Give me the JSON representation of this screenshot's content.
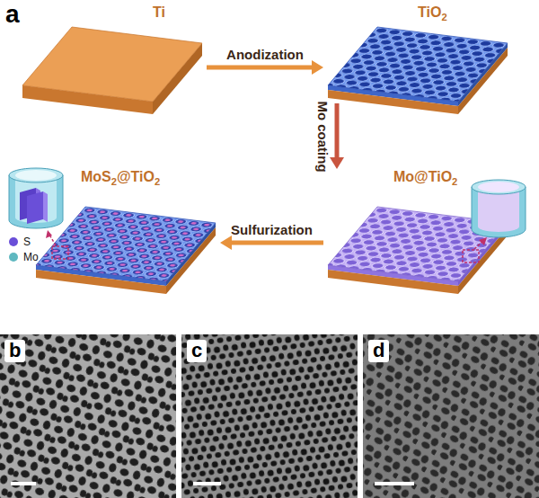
{
  "diagram": {
    "nodes": [
      {
        "text": [
          "Ti"
        ]
      },
      {
        "text": [
          "TiO2"
        ]
      },
      {
        "text": [
          "MoS2@TiO2"
        ]
      },
      {
        "text": [
          "Mo@TiO2"
        ]
      }
    ],
    "edges": [
      {
        "from": 0,
        "to": 1,
        "label": "Anodization",
        "arrow": "to"
      },
      {
        "from": 1,
        "to": 3,
        "label": "Mo coating",
        "arrow": "to"
      },
      {
        "from": 3,
        "to": 2,
        "label": "Sulfurization",
        "arrow": "to"
      }
    ],
    "labels": [
      "a",
      "b",
      "c",
      "d"
    ],
    "legend": [
      {
        "text": "S",
        "color": "#6a4fd8"
      },
      {
        "text": "Mo",
        "color": "#5fb8c0"
      }
    ]
  }
}
